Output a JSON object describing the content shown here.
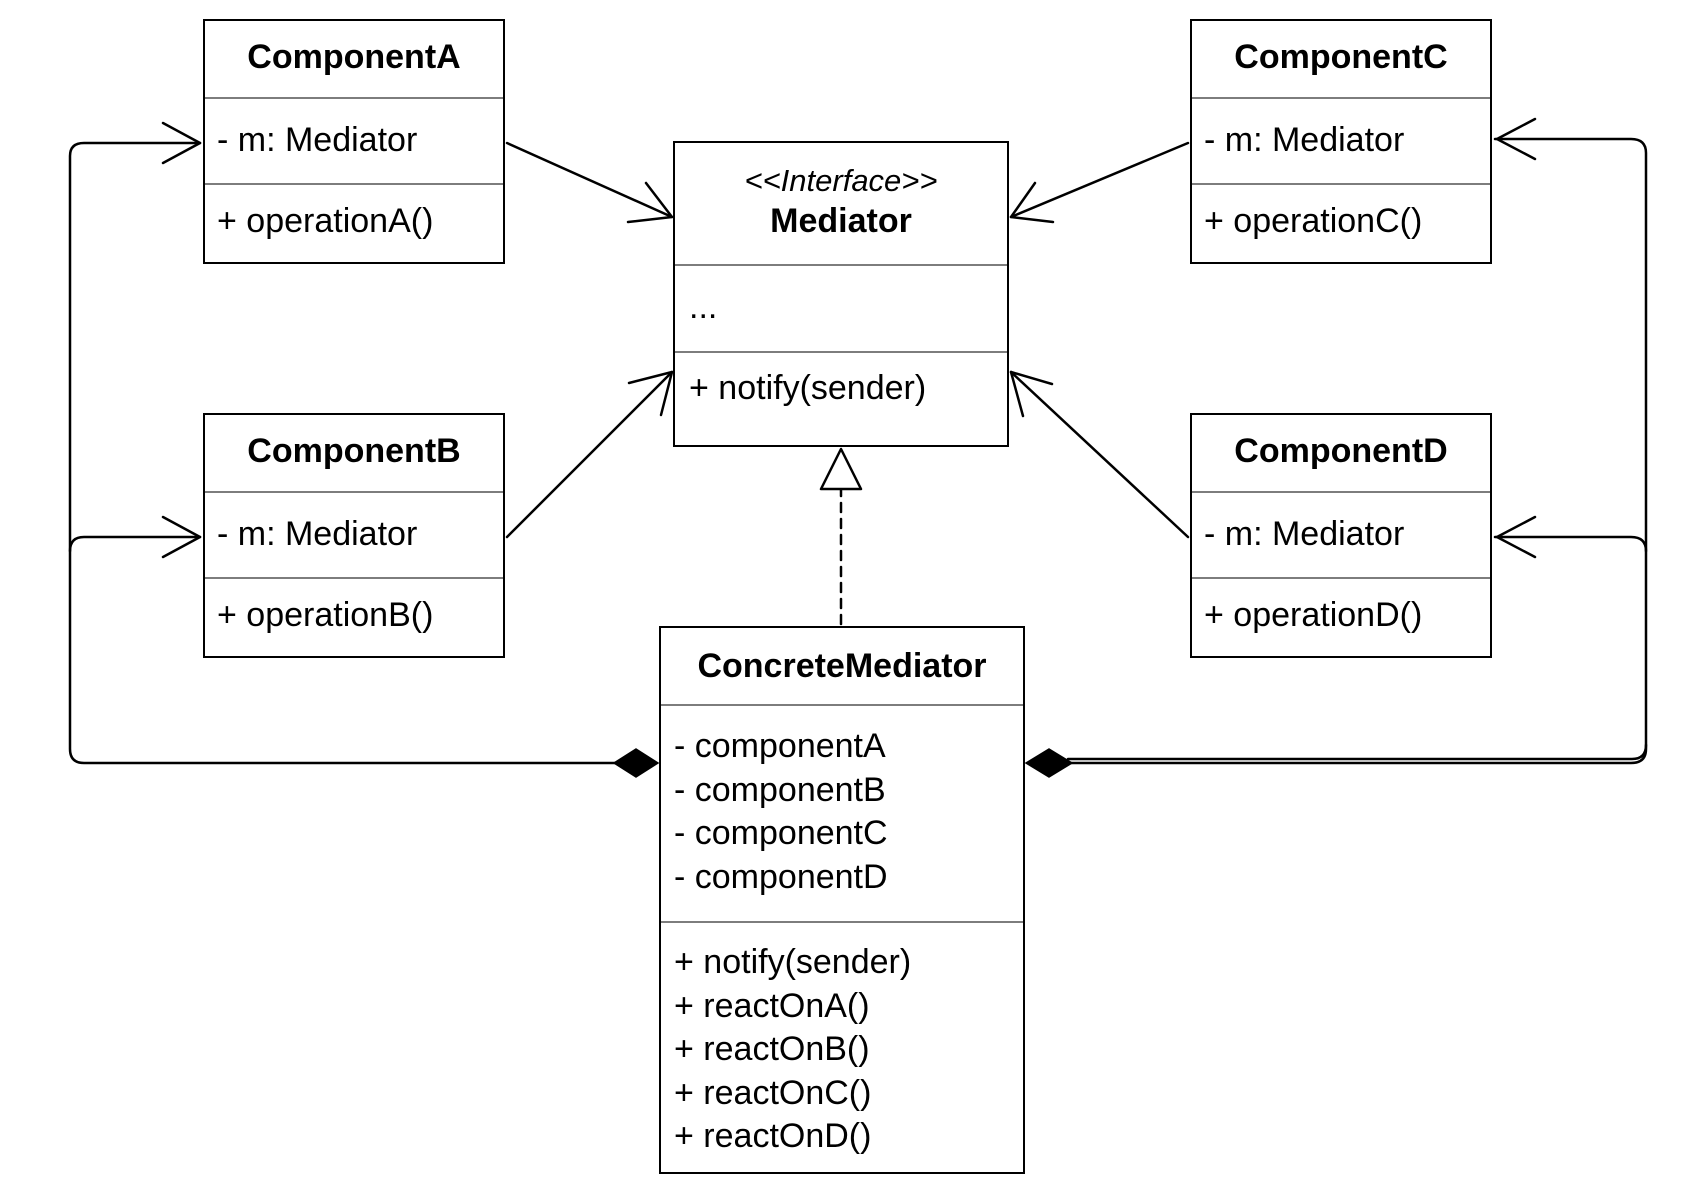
{
  "mediator": {
    "stereotype": "<<Interface>>",
    "name": "Mediator",
    "attributes": [
      "..."
    ],
    "operations": [
      "+ notify(sender)"
    ]
  },
  "components": [
    {
      "name": "ComponentA",
      "attributes": [
        "- m: Mediator"
      ],
      "operations": [
        "+ operationA()"
      ]
    },
    {
      "name": "ComponentB",
      "attributes": [
        "- m: Mediator"
      ],
      "operations": [
        "+ operationB()"
      ]
    },
    {
      "name": "ComponentC",
      "attributes": [
        "- m: Mediator"
      ],
      "operations": [
        "+ operationC()"
      ]
    },
    {
      "name": "ComponentD",
      "attributes": [
        "- m: Mediator"
      ],
      "operations": [
        "+ operationD()"
      ]
    }
  ],
  "concrete_mediator": {
    "name": "ConcreteMediator",
    "attributes": [
      "- componentA",
      "- componentB",
      "- componentC",
      "- componentD"
    ],
    "operations": [
      "+ notify(sender)",
      "+ reactOnA()",
      "+ reactOnB()",
      "+ reactOnC()",
      "+ reactOnD()"
    ]
  }
}
